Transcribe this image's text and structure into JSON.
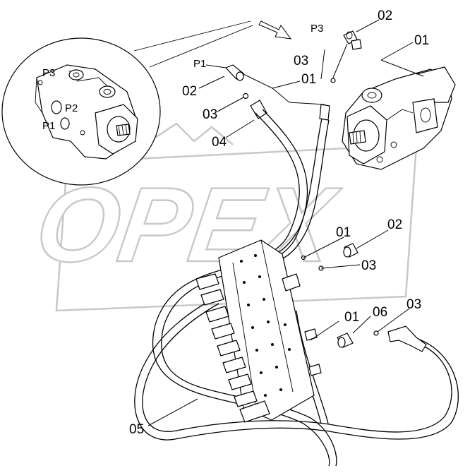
{
  "watermark": {
    "text": "OPEX"
  },
  "inset_port_labels": {
    "p3": "P3",
    "p2": "P2",
    "p1": "P1"
  },
  "port_labels": {
    "p3": "P3",
    "p1": "P1"
  },
  "callouts": {
    "c02_top": "02",
    "c01_top": "01",
    "c03_mid": "03",
    "c01_mid": "01",
    "c02_left": "02",
    "c03_left": "03",
    "c04": "04",
    "c02_right": "02",
    "c01_right": "01",
    "c03_right": "03",
    "c01_lower": "01",
    "c06": "06",
    "c03_lower": "03",
    "c05": "05"
  }
}
